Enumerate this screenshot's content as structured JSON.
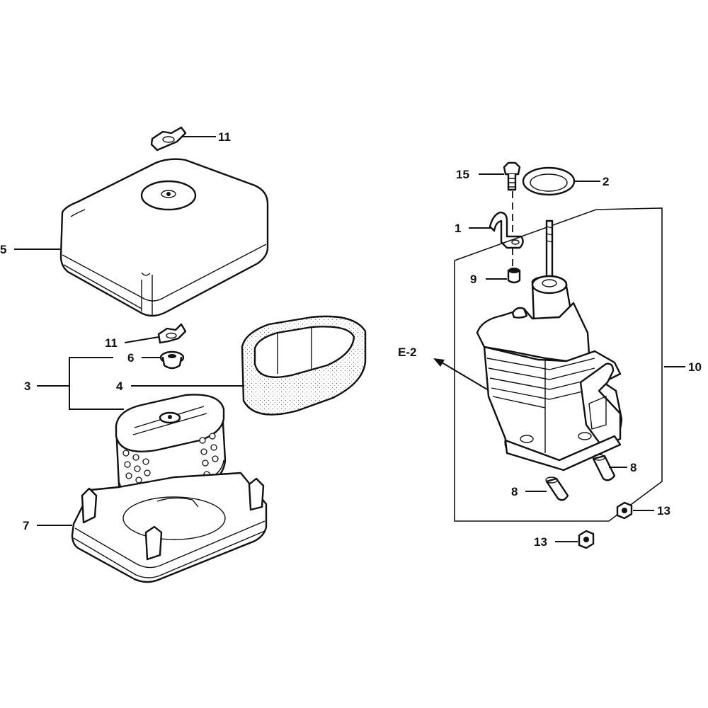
{
  "callouts": {
    "c1": "1",
    "c2": "2",
    "c3": "3",
    "c4": "4",
    "c5": "5",
    "c6": "6",
    "c7": "7",
    "c8a": "8",
    "c8b": "8",
    "c9": "9",
    "c10": "10",
    "c11a": "11",
    "c11b": "11",
    "c13a": "13",
    "c13b": "13",
    "c15": "15",
    "ref": "E-2"
  }
}
